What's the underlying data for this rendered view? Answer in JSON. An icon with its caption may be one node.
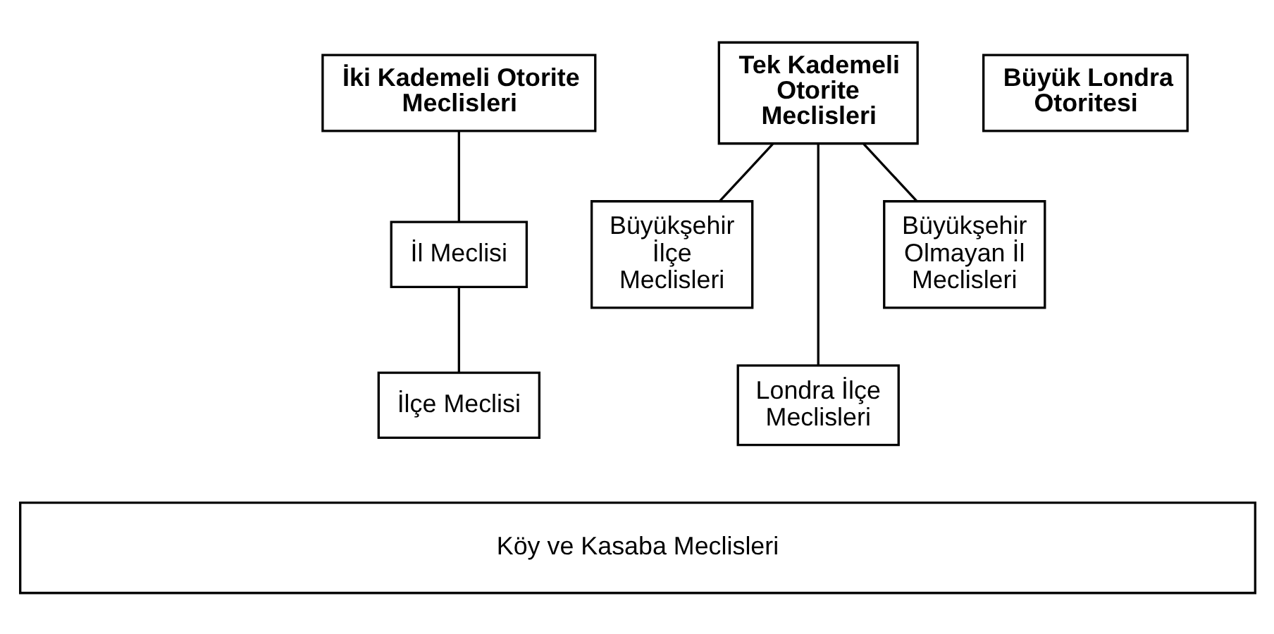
{
  "diagram": {
    "nodes": [
      {
        "text": [
          "İki Kademeli Otorite Meclisleri"
        ]
      },
      {
        "text": [
          "Tek Kademeli Otorite Meclisleri"
        ]
      },
      {
        "text": [
          "Büyük Londra Otoritesi"
        ]
      },
      {
        "text": [
          "İl Meclisi"
        ]
      },
      {
        "text": [
          "İlçe Meclisi"
        ]
      },
      {
        "text": [
          "Büyükşehir İlçe Meclisleri"
        ]
      },
      {
        "text": [
          "Büyükşehir Olmayan İl Meclisleri"
        ]
      },
      {
        "text": [
          "Londra İlçe Meclisleri"
        ]
      },
      {
        "text": [
          "Köy ve Kasaba Meclisleri"
        ]
      }
    ],
    "edges": [
      {
        "from": 0,
        "to": 3,
        "arrow": "none"
      },
      {
        "from": 3,
        "to": 4,
        "arrow": "none"
      },
      {
        "from": 1,
        "to": 5,
        "arrow": "none"
      },
      {
        "from": 1,
        "to": 7,
        "arrow": "none"
      },
      {
        "from": 1,
        "to": 6,
        "arrow": "none"
      }
    ]
  }
}
